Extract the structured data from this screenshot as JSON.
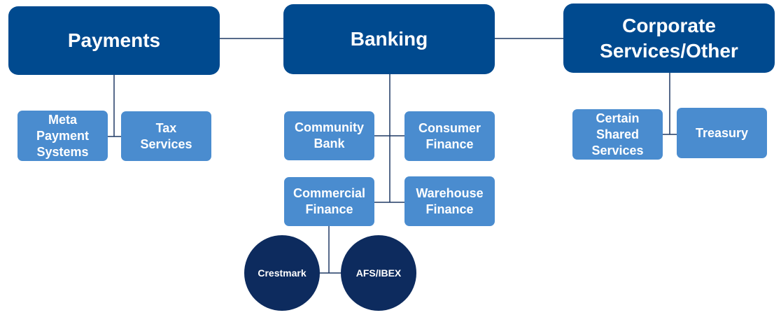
{
  "colors": {
    "segment_box": "#004a8f",
    "unit_box": "#4a8ccf",
    "subsidiary_circle": "#0d2b5e",
    "connector": "#1f3864"
  },
  "segments": {
    "payments": "Payments",
    "banking": "Banking",
    "corporate": "Corporate\nServices/Other"
  },
  "payments_units": {
    "meta_payment_systems": "Meta\nPayment\nSystems",
    "tax_services": "Tax\nServices"
  },
  "banking_units": {
    "community_bank": "Community\nBank",
    "consumer_finance": "Consumer\nFinance",
    "commercial_finance": "Commercial\nFinance",
    "warehouse_finance": "Warehouse\nFinance"
  },
  "commercial_subsidiaries": {
    "crestmark": "Crestmark",
    "afs_ibex": "AFS/IBEX"
  },
  "corporate_units": {
    "certain_shared_services": "Certain\nShared\nServices",
    "treasury": "Treasury"
  }
}
